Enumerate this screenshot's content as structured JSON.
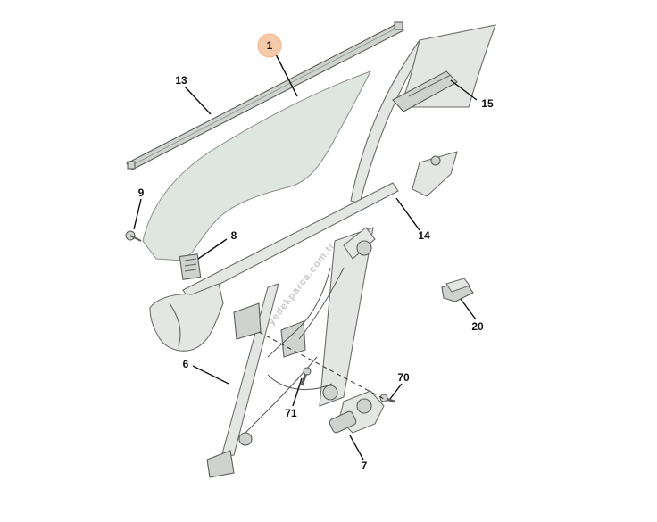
{
  "diagram": {
    "callouts": [
      {
        "id": "1",
        "label": "1"
      },
      {
        "id": "13",
        "label": "13"
      },
      {
        "id": "15",
        "label": "15"
      },
      {
        "id": "9",
        "label": "9"
      },
      {
        "id": "8",
        "label": "8"
      },
      {
        "id": "14",
        "label": "14"
      },
      {
        "id": "20",
        "label": "20"
      },
      {
        "id": "6",
        "label": "6"
      },
      {
        "id": "70",
        "label": "70"
      },
      {
        "id": "71",
        "label": "71"
      },
      {
        "id": "7",
        "label": "7"
      }
    ],
    "highlighted_callout": "1",
    "highlight_color": "#f6c9a8",
    "watermark": "yedekparca.com.tr"
  }
}
